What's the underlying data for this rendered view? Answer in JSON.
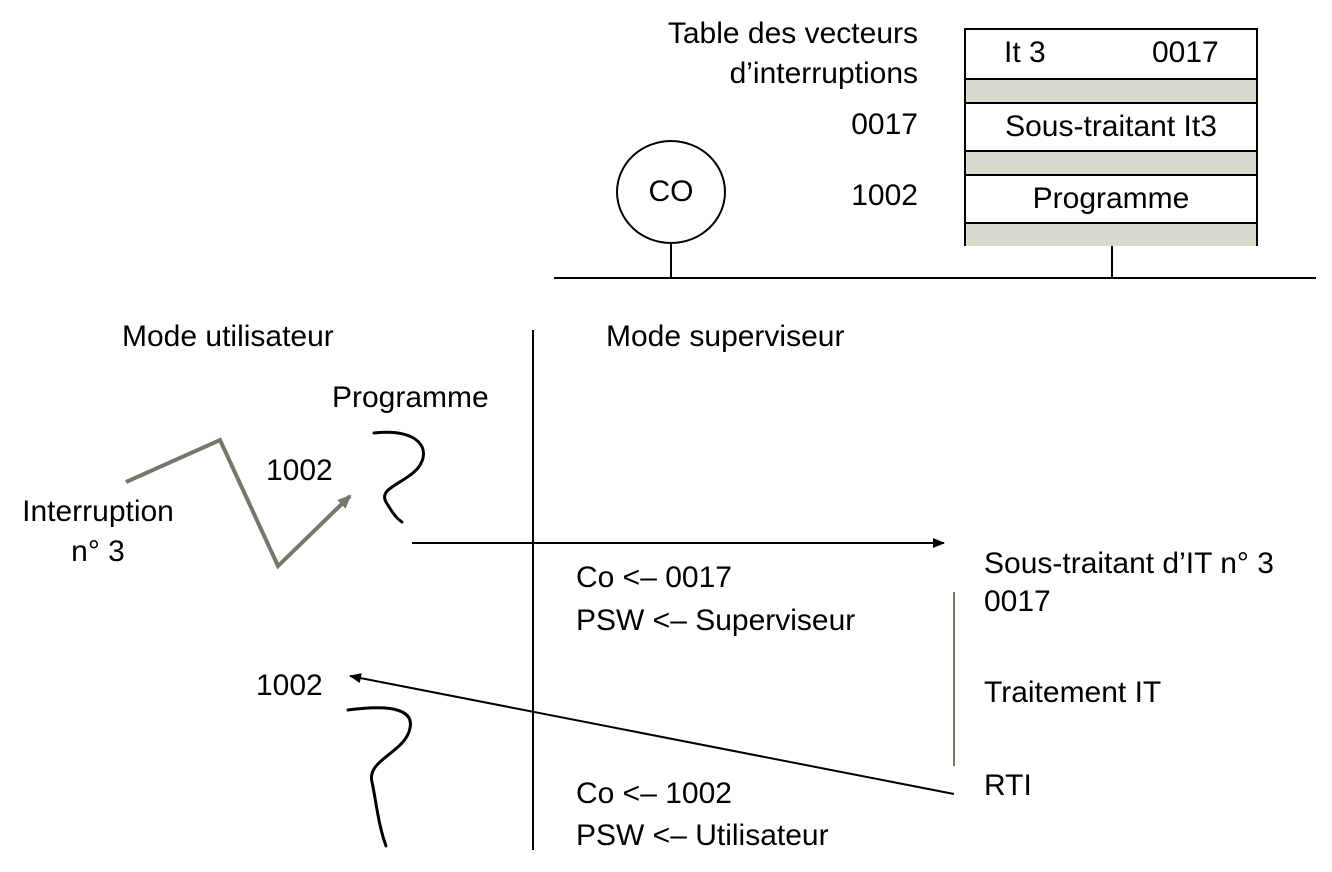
{
  "vector_table": {
    "title_line1": "Table des vecteurs",
    "title_line2": "d’interruptions",
    "address_0017": "0017",
    "address_1002": "1002",
    "row_it3_name": "It 3",
    "row_it3_value": "0017",
    "row_handler": "Sous-traitant It3",
    "row_program": "Programme"
  },
  "counter": {
    "label": "CO"
  },
  "modes": {
    "user": "Mode utilisateur",
    "supervisor": "Mode superviseur"
  },
  "left": {
    "program_label": "Programme",
    "address_top": "1002",
    "interruption_line1": "Interruption",
    "interruption_line2": "n° 3",
    "address_return": "1002"
  },
  "middle": {
    "entry_line1": "Co <– 0017",
    "entry_line2": "PSW <– Superviseur",
    "exit_line1": "Co <– 1002",
    "exit_line2": "PSW <– Utilisateur"
  },
  "right": {
    "handler_line1": "Sous-traitant d’IT n° 3",
    "handler_line2": "0017",
    "processing": "Traitement  IT",
    "rti": "RTI"
  },
  "colors": {
    "table_stripe": "#d9d9cf",
    "lightning": "#767669"
  }
}
